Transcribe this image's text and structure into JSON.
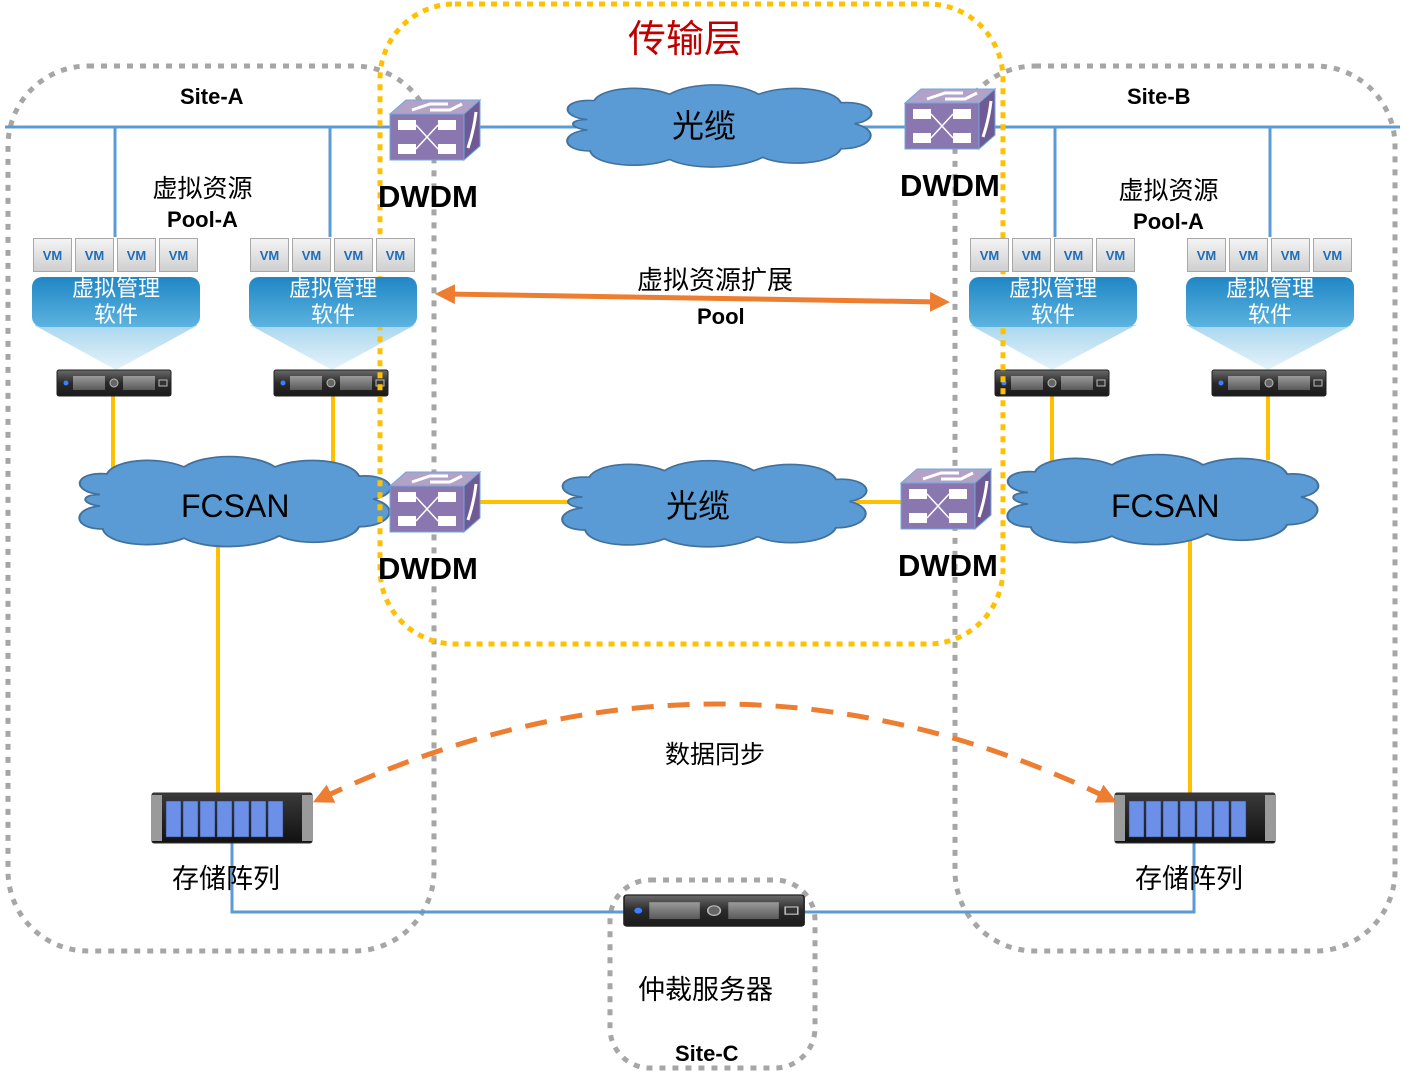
{
  "diagram": {
    "title": "传输层",
    "sites": {
      "a": {
        "label": "Site-A",
        "pool_cn": "虚拟资源",
        "pool_en": "Pool-A"
      },
      "b": {
        "label": "Site-B",
        "pool_cn": "虚拟资源",
        "pool_en": "Pool-A"
      },
      "c": {
        "label": "Site-C",
        "arbitration_server": "仲裁服务器"
      }
    },
    "vm_label": "VM",
    "virtual_mgmt_software": {
      "line1": "虚拟管理",
      "line2": "软件"
    },
    "dwdm_label": "DWDM",
    "fiber_cloud": "光缆",
    "fcsan_cloud": "FCSAN",
    "storage_array": "存储阵列",
    "extension": {
      "cn": "虚拟资源扩展",
      "en": "Pool"
    },
    "data_sync": "数据同步",
    "colors": {
      "title_red": "#c00000",
      "network_blue": "#5b9bd5",
      "san_yellow": "#ffc000",
      "arrow_orange": "#ed7d31",
      "site_border_gray": "#a6a6a6",
      "switch_purple": "#8064a2"
    }
  }
}
